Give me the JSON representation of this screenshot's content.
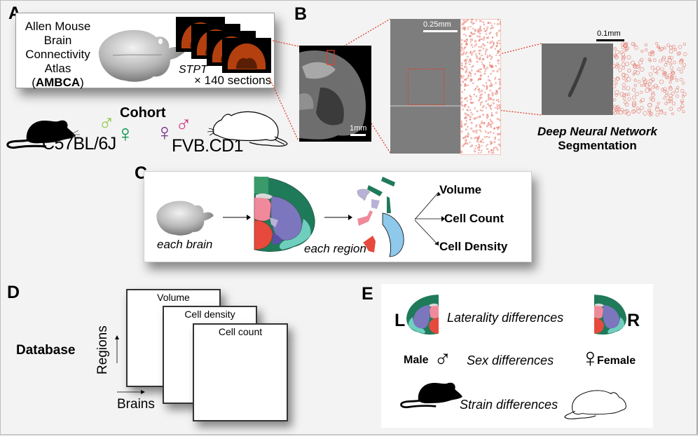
{
  "panels": {
    "A": {
      "label": "A",
      "atlas_lines": [
        "Allen Mouse",
        "Brain",
        "Connectivity",
        "Atlas"
      ],
      "atlas_abbrev_open": "(",
      "atlas_abbrev": "AMBCA",
      "atlas_abbrev_close": ")",
      "imaging_method": "STPT",
      "sections_label": "× 140 sections",
      "cohort_title": "Cohort",
      "strain_1": "C57BL/6J",
      "strain_2": "FVB.CD1",
      "male_symbol": "♂",
      "female_symbol": "♀",
      "colors": {
        "male_1": "#8cc63f",
        "female_1": "#009245",
        "female_2": "#7b2d8e",
        "male_2": "#d63384",
        "stpt_section": "#b4400f"
      }
    },
    "B": {
      "label": "B",
      "scalebar_overview": "1mm",
      "scalebar_zoom1": "0.25mm",
      "scalebar_zoom2": "0.1mm",
      "caption_line1": "Deep Neural Network",
      "caption_line2": "Segmentation",
      "colors": {
        "zoom_outline": "#e0402a",
        "segmentation": "#e57a6e"
      }
    },
    "C": {
      "label": "C",
      "input_label": "each brain",
      "region_label": "each region",
      "outputs": [
        "Volume",
        "Cell Count",
        "Cell Density"
      ],
      "atlas_colors": {
        "cortex": "#1f7a5a",
        "cortex_light": "#3a9a6a",
        "striatum": "#7b76bd",
        "thalamus_light": "#b9b2d6",
        "hippocampus": "#f08a9a",
        "hypothalamus": "#e64a3c",
        "olfactory": "#6fcfbf",
        "fiber": "#d9d9d9",
        "isolated_region": "#8ec8ea"
      }
    },
    "D": {
      "label": "D",
      "title": "Database",
      "y_axis": "Regions",
      "x_axis": "Brains",
      "sheets": [
        "Volume",
        "Cell density",
        "Cell count"
      ]
    },
    "E": {
      "label": "E",
      "laterality_left": "L",
      "laterality_text": "Laterality differences",
      "laterality_right": "R",
      "male_label": "Male",
      "male_symbol": "♂",
      "sex_text": "Sex differences",
      "female_symbol": "♀",
      "female_label": "Female",
      "strain_text": "Strain differences"
    }
  }
}
